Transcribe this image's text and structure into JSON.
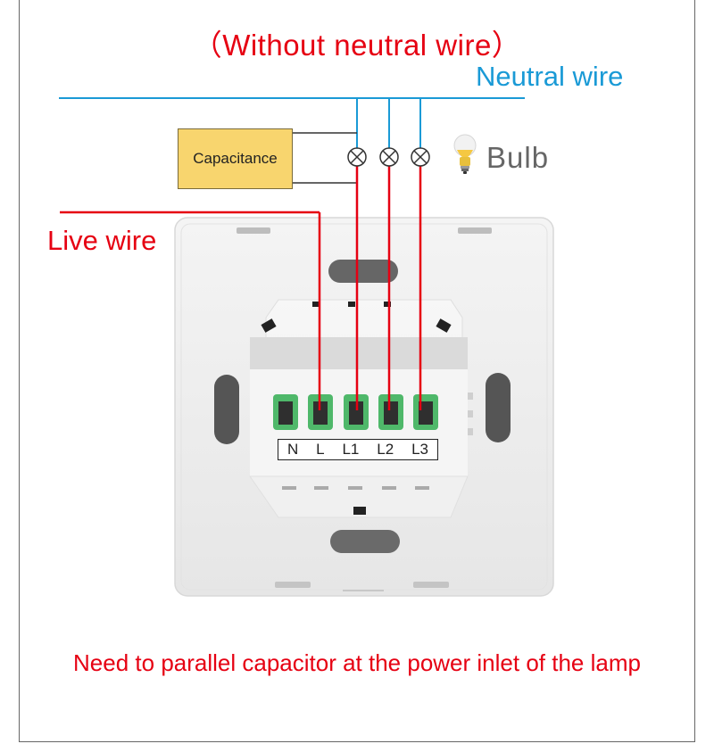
{
  "title": "（Without neutral wire）",
  "labels": {
    "neutral_wire": "Neutral wire",
    "live_wire": "Live wire",
    "bulb": "Bulb",
    "capacitance": "Capacitance"
  },
  "terminals": [
    "N",
    "L",
    "L1",
    "L2",
    "L3"
  ],
  "footer_note": "Need to parallel capacitor at the power inlet of the lamp",
  "colors": {
    "live": "#e60012",
    "neutral": "#1a9ad6",
    "capacitor_fill": "#f8d56e",
    "terminal_green": "#4fb86a"
  },
  "icons": [
    "bulb-icon",
    "lamp-symbol-icon"
  ]
}
